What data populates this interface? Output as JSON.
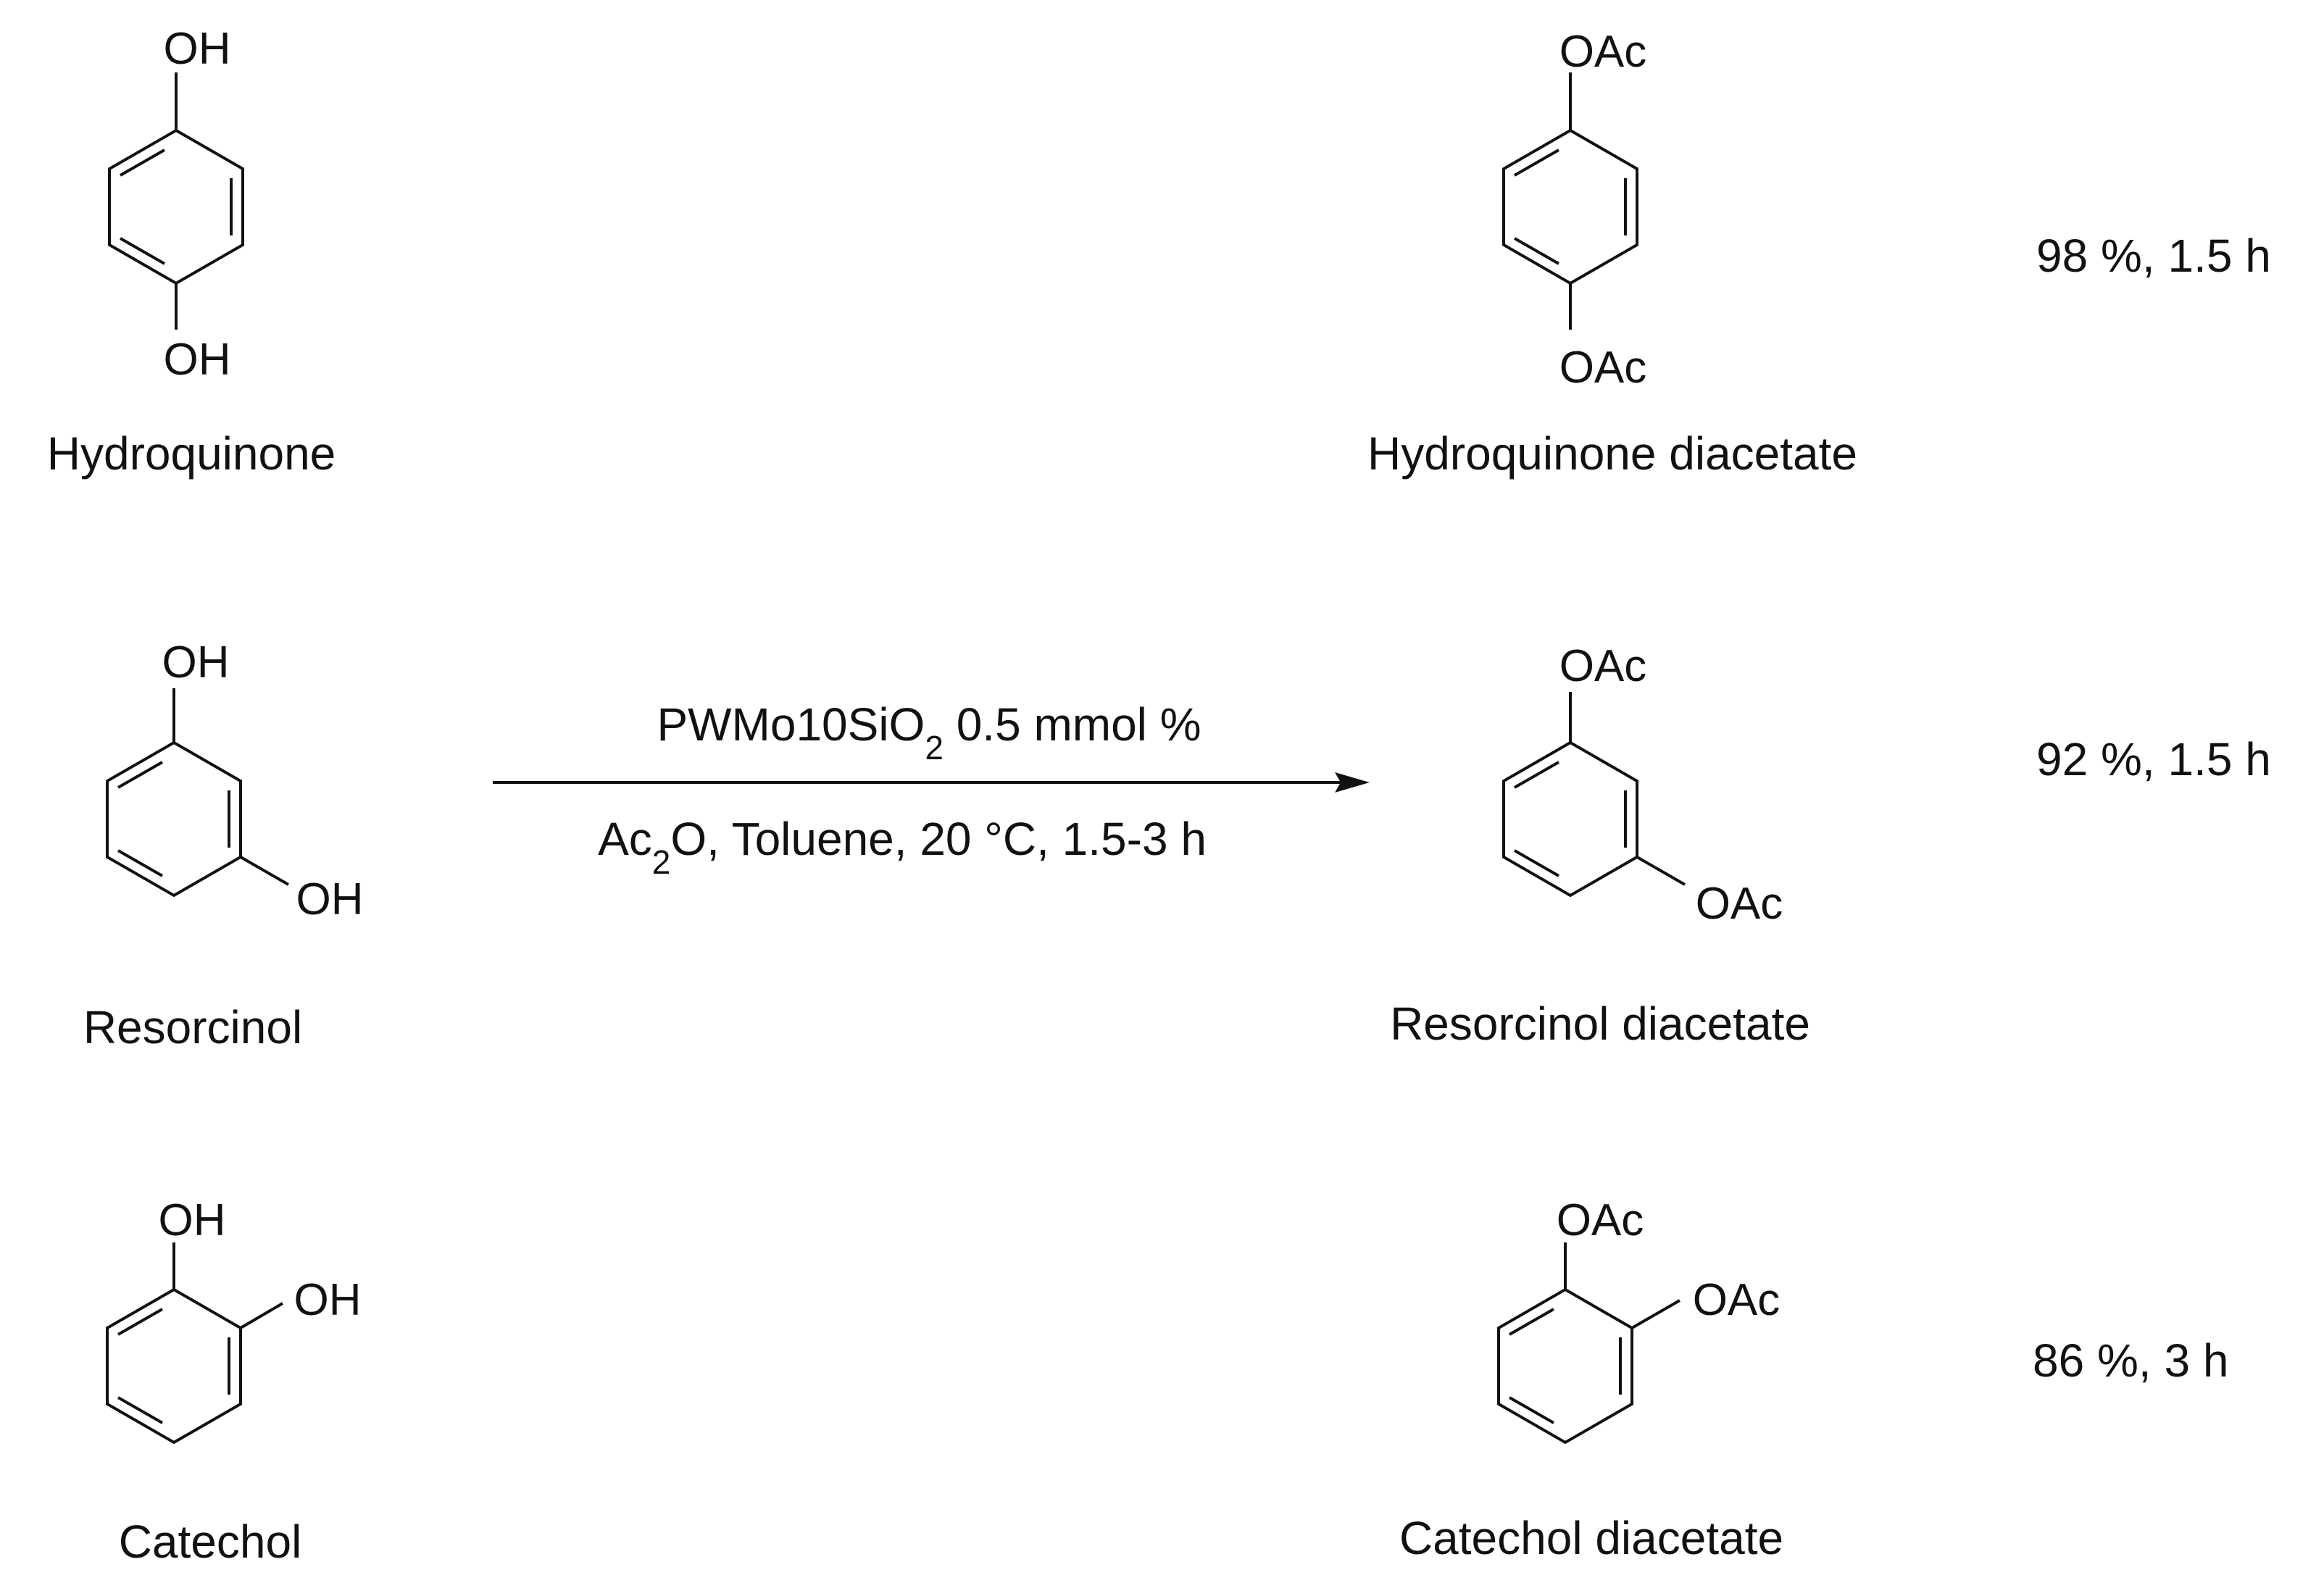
{
  "reactions": [
    {
      "substrate": {
        "name": "Hydroquinone",
        "groups": [
          "OH",
          "OH"
        ]
      },
      "product": {
        "name": "Hydroquinone diacetate",
        "groups": [
          "OAc",
          "OAc"
        ]
      },
      "yield": "98 %, 1.5 h"
    },
    {
      "substrate": {
        "name": "Resorcinol",
        "groups": [
          "OH",
          "OH"
        ]
      },
      "product": {
        "name": "Resorcinol diacetate",
        "groups": [
          "OAc",
          "OAc"
        ]
      },
      "yield": "92 %, 1.5 h"
    },
    {
      "substrate": {
        "name": "Catechol",
        "groups": [
          "OH",
          "OH"
        ]
      },
      "product": {
        "name": "Catechol diacetate",
        "groups": [
          "OAc",
          "OAc"
        ]
      },
      "yield": "86 %, 3 h"
    }
  ],
  "conditions": {
    "catalyst_main": "PWMo10SiO",
    "catalyst_sub": "2",
    "catalyst_rest": " 0.5 mmol %",
    "reagent_main": "Ac",
    "reagent_sub": "2",
    "reagent_rest": "O, Toluene,  20 °C, 1.5-3 h"
  }
}
